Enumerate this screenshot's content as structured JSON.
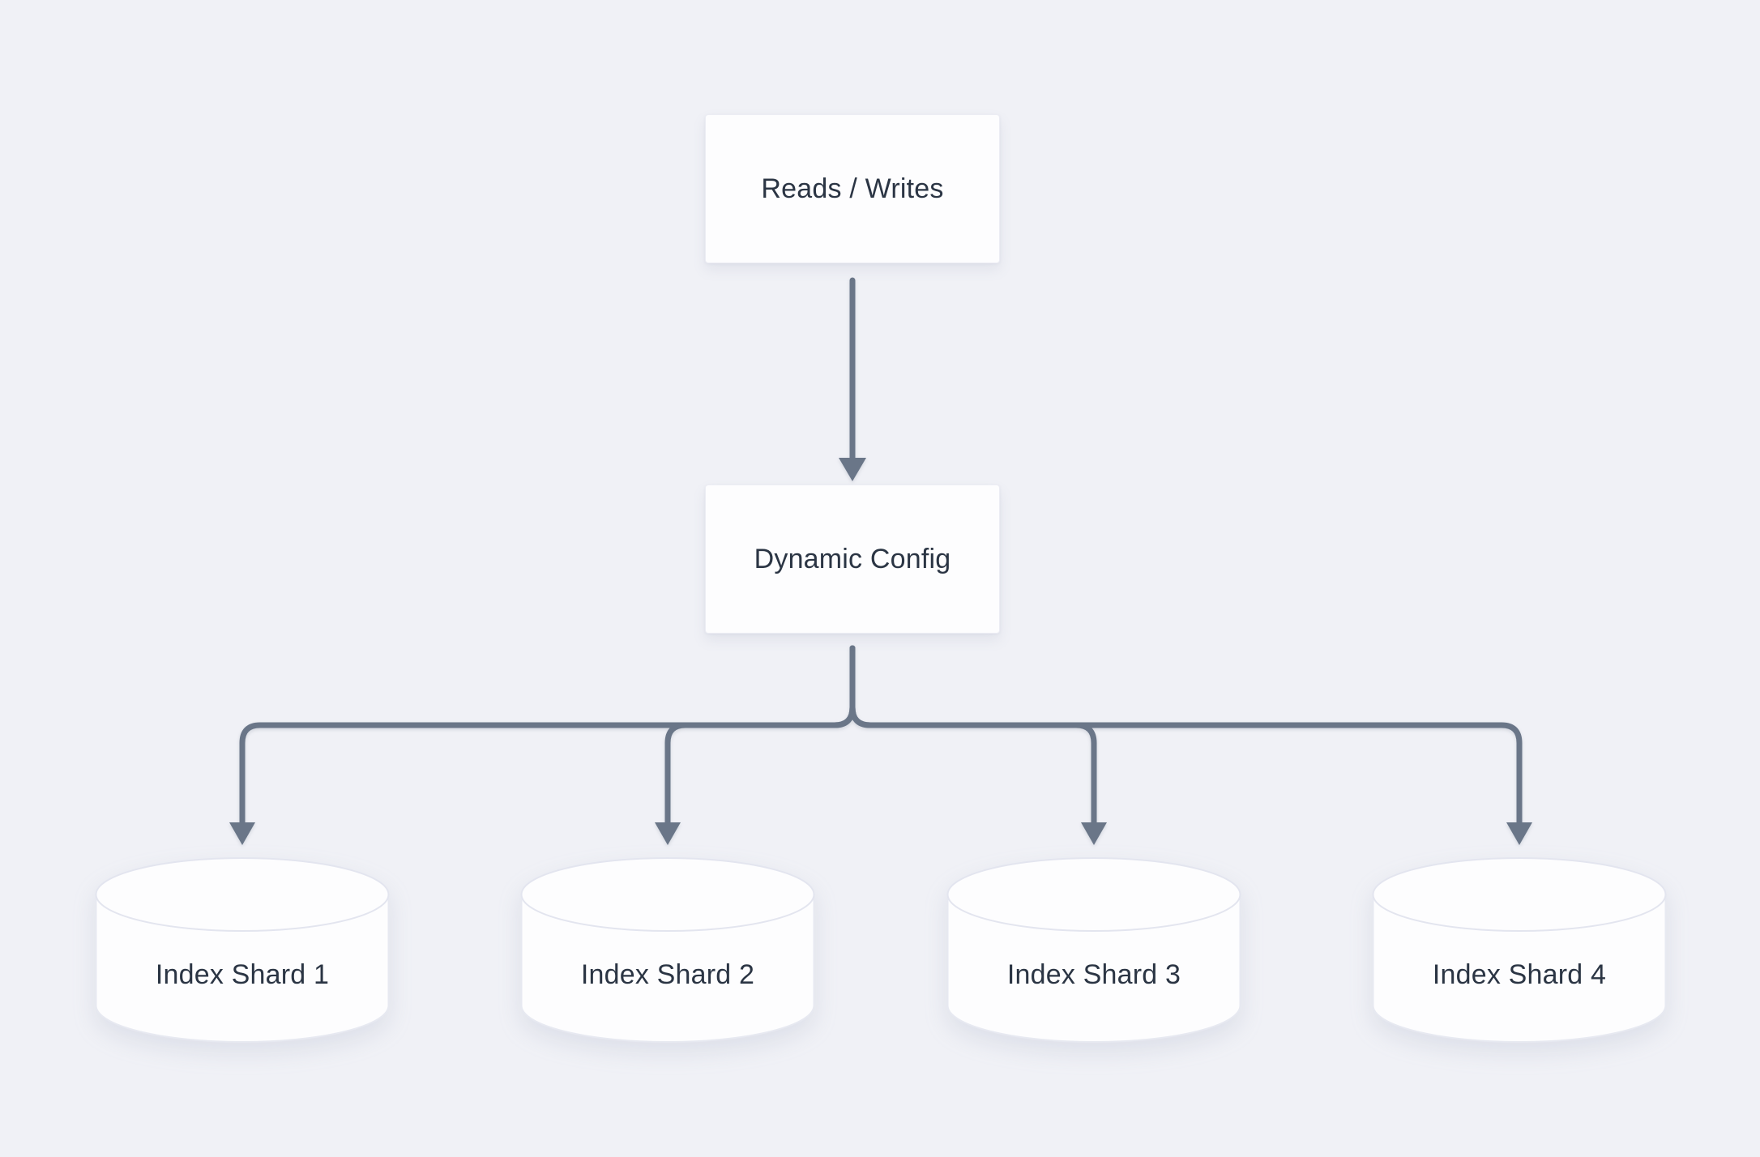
{
  "diagram": {
    "nodes": {
      "reads_writes": {
        "label": "Reads / Writes"
      },
      "dynamic_config": {
        "label": "Dynamic Config"
      },
      "shards": [
        {
          "label": "Index Shard 1"
        },
        {
          "label": "Index Shard 2"
        },
        {
          "label": "Index Shard 3"
        },
        {
          "label": "Index Shard 4"
        }
      ]
    },
    "edges": [
      {
        "from": "reads_writes",
        "to": "dynamic_config"
      },
      {
        "from": "dynamic_config",
        "to": "index_shard_1"
      },
      {
        "from": "dynamic_config",
        "to": "index_shard_2"
      },
      {
        "from": "dynamic_config",
        "to": "index_shard_3"
      },
      {
        "from": "dynamic_config",
        "to": "index_shard_4"
      }
    ],
    "colors": {
      "background": "#f0f1f6",
      "node_fill": "#fdfdfe",
      "node_border": "#e7e9f1",
      "arrow": "#6a7688",
      "text": "#2b3544"
    }
  }
}
